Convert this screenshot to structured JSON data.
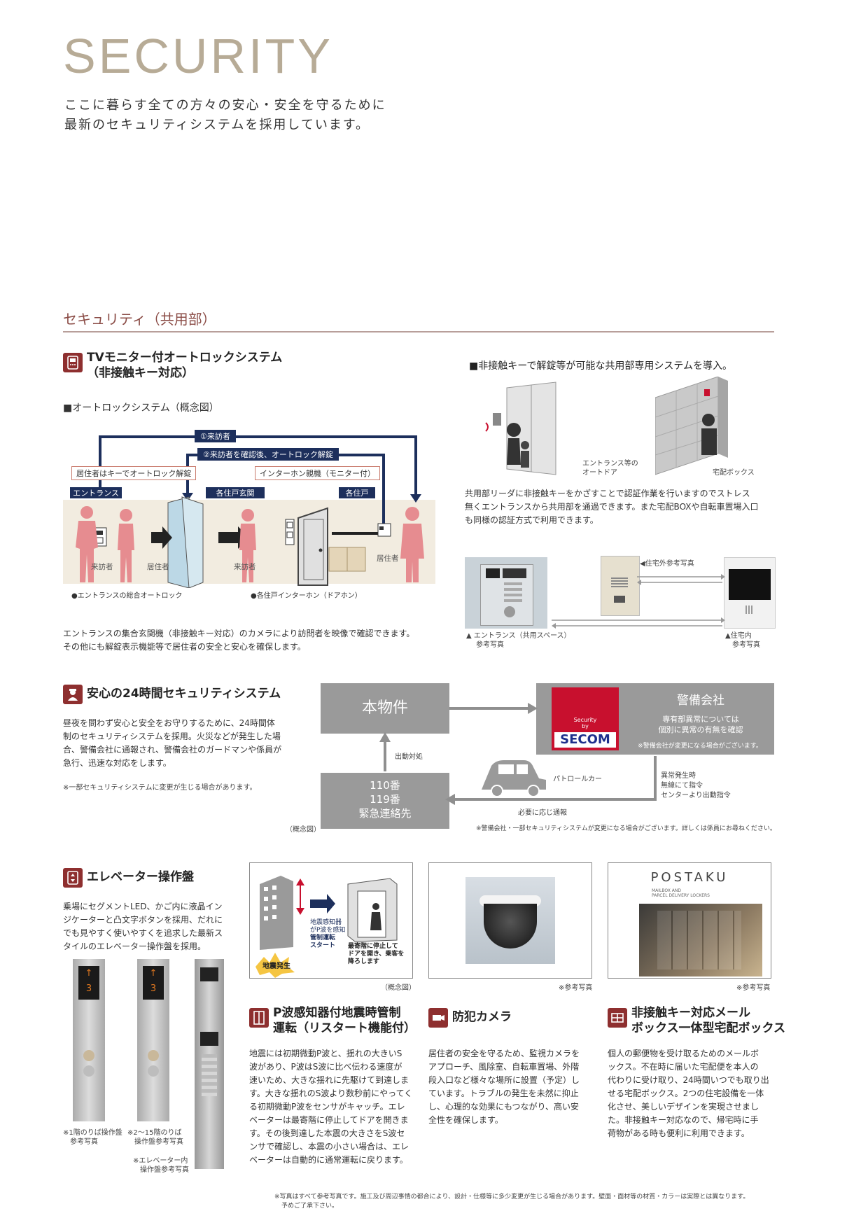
{
  "hero": {
    "title": "SECURITY",
    "line1": "ここに暮らす全ての方々の安心・安全を守るために",
    "line2": "最新のセキュリティシステムを採用しています。"
  },
  "section": {
    "title": "セキュリティ（共用部）"
  },
  "autolock": {
    "title_line1": "TVモニター付オートロックシステム",
    "title_line2": "（非接触キー対応）",
    "diagram_title": "■オートロックシステム（概念図）",
    "flow1": "①来訪者",
    "flow2": "②来訪者を確認後、オートロック解錠",
    "tag_resident": "居住者はキーでオートロック解錠",
    "tag_intercom": "インターホン親機（モニター付）",
    "room_entrance": "エントランス",
    "room_genkan": "各住戸玄関",
    "room_unit": "各住戸",
    "label_visitor1": "来訪者",
    "label_resident1": "居住者",
    "label_visitor2": "来訪者",
    "label_resident2": "居住者",
    "caption_left": "●エントランスの総合オートロック",
    "caption_right": "●各住戸インターホン（ドアホン）",
    "desc_line1": "エントランスの集合玄関機（非接触キー対応）のカメラにより訪問者を映像で確認できます。",
    "desc_line2": "その他にも解錠表示機能等で居住者の安全と安心を確保します。"
  },
  "contactless": {
    "title": "■非接触キーで解錠等が可能な共用部専用システムを導入。",
    "label_door_1": "エントランス等の",
    "label_door_2": "オートドア",
    "label_box": "宅配ボックス",
    "desc_line1": "共用部リーダに非接触キーをかざすことで認証作業を行いますのでストレス",
    "desc_line2": "無くエントランスから共用部を通過できます。また宅配BOXや自転車置場入口",
    "desc_line3": "も同様の認証方式で利用できます。",
    "label_outside": "◀住宅外参考写真",
    "caption_entrance_1": "▲ エントランス（共用スペース）",
    "caption_entrance_2": "参考写真",
    "caption_home_1": "▲住宅内",
    "caption_home_2": "参考写真"
  },
  "security24": {
    "title": "安心の24時間セキュリティシステム",
    "desc": [
      "昼夜を問わず安心と安全をお守りするために、24時間体",
      "制のセキュリティシステムを採用。火災などが発生した場",
      "合、警備会社に通報され、警備会社のガードマンや係員が",
      "急行、迅速な対応をします。"
    ],
    "note": "※一部セキュリティシステムに変更が生じる場合があります。",
    "box_property": "本物件",
    "box_guard": "警備会社",
    "guard_line1": "専有部異常については",
    "guard_line2": "個別に異常の有無を確認",
    "guard_note": "※警備会社が変更になる場合がございます。",
    "secom_small1": "Security",
    "secom_small2": "by",
    "secom_logo": "SECOM",
    "box_emergency": [
      "110番",
      "119番",
      "緊急連絡先"
    ],
    "label_dispatch": "出動対処",
    "label_patrol": "パトロールカー",
    "label_abnormal": [
      "異常発生時",
      "無線にて指令",
      "センターより出動指令"
    ],
    "label_report": "必要に応じ通報",
    "label_concept": "（概念図）",
    "footnote": "※警備会社・一部セキュリティシステムが変更になる場合がございます。詳しくは係員にお尋ねください。"
  },
  "elevator": {
    "title": "エレベーター操作盤",
    "desc": [
      "乗場にセグメントLED、かご内に液晶イン",
      "ジケーターと凸文字ボタンを採用、だれに",
      "でも見やすく使いやすくを追求した最新ス",
      "タイルのエレベーター操作盤を採用。"
    ],
    "indicator1": "3",
    "indicator2": "3",
    "cap1_1": "※1階のりば操作盤",
    "cap1_2": "参考写真",
    "cap2_1": "※2～15階のりば",
    "cap2_2": "操作盤参考写真",
    "cap3_1": "※エレベーター内",
    "cap3_2": "操作盤参考写真"
  },
  "quake": {
    "diagram_text": [
      "地震感知器",
      "がP波を感知"
    ],
    "diagram_text2": [
      "管制運転",
      "スタート"
    ],
    "burst": "地震発生",
    "stop_text": [
      "最寄階に停止して",
      "ドアを開き、乗客を",
      "降ろします"
    ],
    "concept": "（概念図）",
    "title_line1": "P波感知器付地震時管制",
    "title_line2": "運転（リスタート機能付）",
    "desc": [
      "地震には初期微動P波と、揺れの大きいS",
      "波があり、P波はS波に比べ伝わる速度が",
      "速いため、大きな揺れに先駆けて到達しま",
      "す。大きな揺れのS波より数秒前にやってく",
      "る初期微動P波をセンサがキャッチ。エレ",
      "ベーターは最寄階に停止してドアを開きま",
      "す。その後到達した本震の大きさをS波セ",
      "ンサで確認し、本震の小さい場合は、エレ",
      "ベーターは自動的に通常運転に戻ります。"
    ]
  },
  "camera": {
    "ref": "※参考写真",
    "title": "防犯カメラ",
    "desc": [
      "居住者の安全を守るため、監視カメラを",
      "アプローチ、風除室、自転車置場、外階",
      "段入口など様々な場所に設置（予定）し",
      "ています。トラブルの発生を未然に抑止",
      "し、心理的な効果にもつながり、高い安",
      "全性を確保します。"
    ]
  },
  "mailbox": {
    "brand": "POSTAKU",
    "brand_sub1": "MAILBOX AND",
    "brand_sub2": "PARCEL DELIVERY LOCKERS",
    "ref": "※参考写真",
    "title_line1": "非接触キー対応メール",
    "title_line2": "ボックス一体型宅配ボックス",
    "desc": [
      "個人の郵便物を受け取るためのメールボ",
      "ックス。不在時に届いた宅配便を本人の",
      "代わりに受け取り、24時間いつでも取り出",
      "せる宅配ボックス。2つの住宅設備を一体",
      "化させ、美しいデザインを実現させまし",
      "た。非接触キー対応なので、帰宅時に手",
      "荷物がある時も便利に利用できます。"
    ]
  },
  "footer": {
    "line1": "※写真はすべて参考写真です。施工及び周辺事情の都合により、設計・仕様等に多少変更が生じる場合があります。壁面・面材等の材質・カラーは実際とは異なります。",
    "line2": "予めご了承下さい。"
  },
  "colors": {
    "accent": "#8e2f2f",
    "navy": "#1d2f5c",
    "pink": "#e68c90",
    "gray_box": "#9a9a9a",
    "secom_red": "#c8102e",
    "hero": "#b7ab96"
  }
}
